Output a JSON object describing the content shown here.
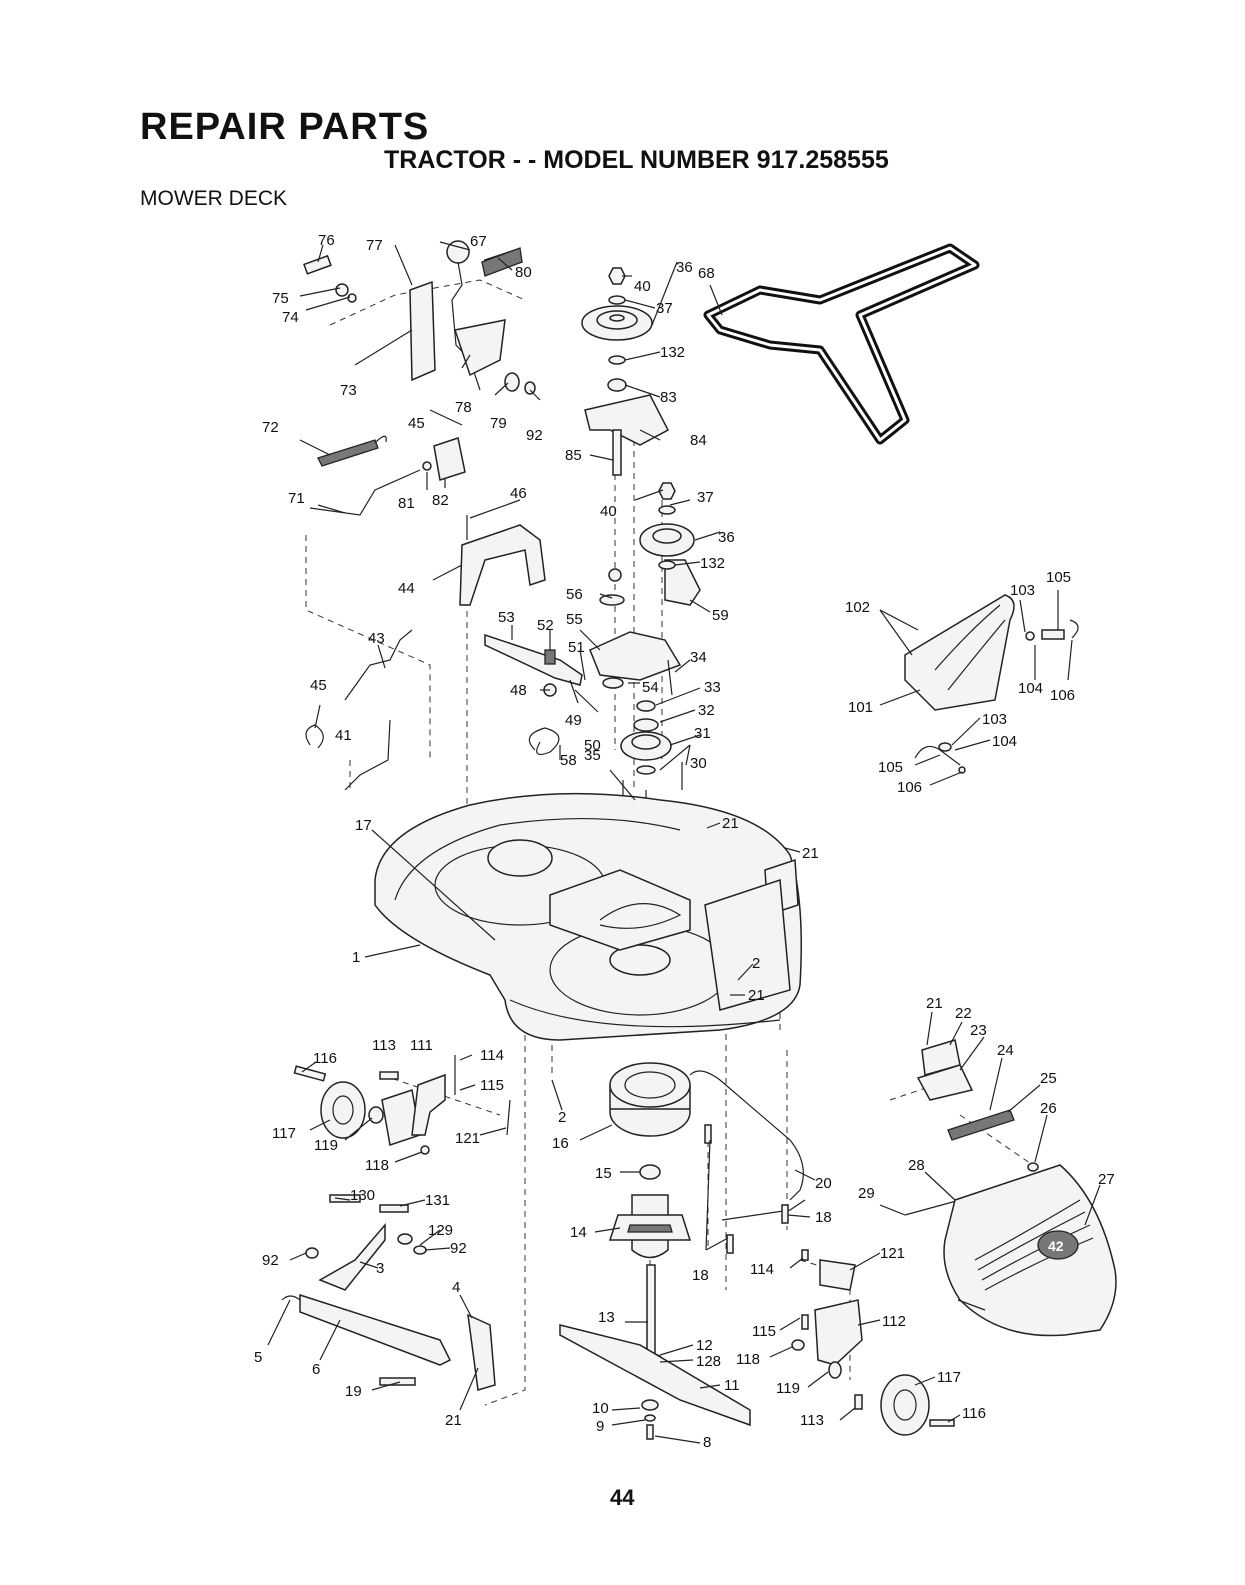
{
  "header": {
    "title": "REPAIR PARTS",
    "subtitle": "TRACTOR - - MODEL NUMBER 917.258555",
    "section": "MOWER DECK"
  },
  "page_number": "44",
  "callouts": [
    {
      "id": "c76",
      "text": "76"
    },
    {
      "id": "c77",
      "text": "77"
    },
    {
      "id": "c67",
      "text": "67"
    },
    {
      "id": "c75",
      "text": "75"
    },
    {
      "id": "c74",
      "text": "74"
    },
    {
      "id": "c73",
      "text": "73"
    },
    {
      "id": "c80",
      "text": "80"
    },
    {
      "id": "c78",
      "text": "78"
    },
    {
      "id": "c79",
      "text": "79"
    },
    {
      "id": "c92a",
      "text": "92"
    },
    {
      "id": "c45a",
      "text": "45"
    },
    {
      "id": "c72",
      "text": "72"
    },
    {
      "id": "c71",
      "text": "71"
    },
    {
      "id": "c81",
      "text": "81"
    },
    {
      "id": "c82",
      "text": "82"
    },
    {
      "id": "c46",
      "text": "46"
    },
    {
      "id": "c44",
      "text": "44"
    },
    {
      "id": "c43",
      "text": "43"
    },
    {
      "id": "c45b",
      "text": "45"
    },
    {
      "id": "c41",
      "text": "41"
    },
    {
      "id": "c40a",
      "text": "40"
    },
    {
      "id": "c68",
      "text": "68"
    },
    {
      "id": "c37a",
      "text": "37"
    },
    {
      "id": "c36a",
      "text": "36"
    },
    {
      "id": "c132a",
      "text": "132"
    },
    {
      "id": "c83",
      "text": "83"
    },
    {
      "id": "c84",
      "text": "84"
    },
    {
      "id": "c85",
      "text": "85"
    },
    {
      "id": "c40b",
      "text": "40"
    },
    {
      "id": "c37b",
      "text": "37"
    },
    {
      "id": "c36b",
      "text": "36"
    },
    {
      "id": "c132b",
      "text": "132"
    },
    {
      "id": "c56",
      "text": "56"
    },
    {
      "id": "c59",
      "text": "59"
    },
    {
      "id": "c53",
      "text": "53"
    },
    {
      "id": "c52",
      "text": "52"
    },
    {
      "id": "c55",
      "text": "55"
    },
    {
      "id": "c51",
      "text": "51"
    },
    {
      "id": "c34",
      "text": "34"
    },
    {
      "id": "c48",
      "text": "48"
    },
    {
      "id": "c54",
      "text": "54"
    },
    {
      "id": "c33",
      "text": "33"
    },
    {
      "id": "c49",
      "text": "49"
    },
    {
      "id": "c32",
      "text": "32"
    },
    {
      "id": "c50",
      "text": "50"
    },
    {
      "id": "c31",
      "text": "31"
    },
    {
      "id": "c58",
      "text": "58"
    },
    {
      "id": "c35",
      "text": "35"
    },
    {
      "id": "c30",
      "text": "30"
    },
    {
      "id": "c17",
      "text": "17"
    },
    {
      "id": "c21a",
      "text": "21"
    },
    {
      "id": "c21b",
      "text": "21"
    },
    {
      "id": "c1",
      "text": "1"
    },
    {
      "id": "c2a",
      "text": "2"
    },
    {
      "id": "c21c",
      "text": "21"
    },
    {
      "id": "c102",
      "text": "102"
    },
    {
      "id": "c103a",
      "text": "103"
    },
    {
      "id": "c105a",
      "text": "105"
    },
    {
      "id": "c101",
      "text": "101"
    },
    {
      "id": "c104a",
      "text": "104"
    },
    {
      "id": "c106a",
      "text": "106"
    },
    {
      "id": "c103b",
      "text": "103"
    },
    {
      "id": "c104b",
      "text": "104"
    },
    {
      "id": "c105b",
      "text": "105"
    },
    {
      "id": "c106b",
      "text": "106"
    },
    {
      "id": "c113a",
      "text": "113"
    },
    {
      "id": "c111",
      "text": "111"
    },
    {
      "id": "c116a",
      "text": "116"
    },
    {
      "id": "c114a",
      "text": "114"
    },
    {
      "id": "c115a",
      "text": "115"
    },
    {
      "id": "c117a",
      "text": "117"
    },
    {
      "id": "c119a",
      "text": "119"
    },
    {
      "id": "c121a",
      "text": "121"
    },
    {
      "id": "c118a",
      "text": "118"
    },
    {
      "id": "c2b",
      "text": "2"
    },
    {
      "id": "c16",
      "text": "16"
    },
    {
      "id": "c15",
      "text": "15"
    },
    {
      "id": "c20",
      "text": "20"
    },
    {
      "id": "c130",
      "text": "130"
    },
    {
      "id": "c131",
      "text": "131"
    },
    {
      "id": "c129",
      "text": "129"
    },
    {
      "id": "c92b",
      "text": "92"
    },
    {
      "id": "c92c",
      "text": "92"
    },
    {
      "id": "c3",
      "text": "3"
    },
    {
      "id": "c14",
      "text": "14"
    },
    {
      "id": "c18a",
      "text": "18"
    },
    {
      "id": "c18b",
      "text": "18"
    },
    {
      "id": "c114b",
      "text": "114"
    },
    {
      "id": "c121b",
      "text": "121"
    },
    {
      "id": "c4",
      "text": "4"
    },
    {
      "id": "c5",
      "text": "5"
    },
    {
      "id": "c6",
      "text": "6"
    },
    {
      "id": "c13",
      "text": "13"
    },
    {
      "id": "c12",
      "text": "12"
    },
    {
      "id": "c128",
      "text": "128"
    },
    {
      "id": "c115b",
      "text": "115"
    },
    {
      "id": "c112",
      "text": "112"
    },
    {
      "id": "c118b",
      "text": "118"
    },
    {
      "id": "c11",
      "text": "11"
    },
    {
      "id": "c119b",
      "text": "119"
    },
    {
      "id": "c117b",
      "text": "117"
    },
    {
      "id": "c19",
      "text": "19"
    },
    {
      "id": "c21d",
      "text": "21"
    },
    {
      "id": "c10",
      "text": "10"
    },
    {
      "id": "c9",
      "text": "9"
    },
    {
      "id": "c8",
      "text": "8"
    },
    {
      "id": "c113b",
      "text": "113"
    },
    {
      "id": "c116b",
      "text": "116"
    },
    {
      "id": "c21e",
      "text": "21"
    },
    {
      "id": "c22",
      "text": "22"
    },
    {
      "id": "c23",
      "text": "23"
    },
    {
      "id": "c24",
      "text": "24"
    },
    {
      "id": "c25",
      "text": "25"
    },
    {
      "id": "c26",
      "text": "26"
    },
    {
      "id": "c28",
      "text": "28"
    },
    {
      "id": "c27",
      "text": "27"
    },
    {
      "id": "c29",
      "text": "29"
    }
  ],
  "deck_badge": "42"
}
